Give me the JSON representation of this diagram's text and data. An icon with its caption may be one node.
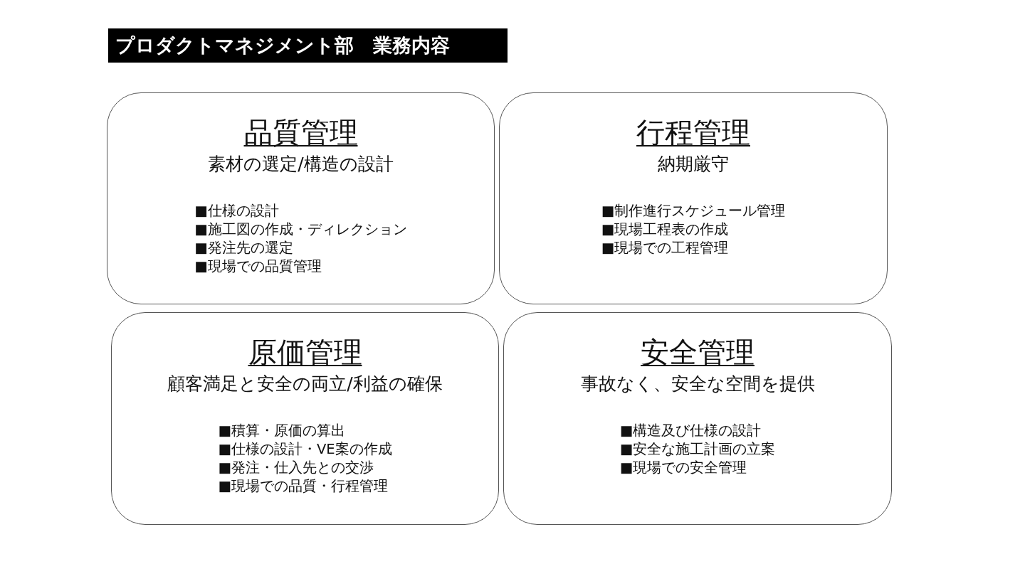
{
  "diagram": {
    "title": "プロダクトマネジメント部　業務内容",
    "nodes": [
      {
        "text": [
          "品質管理",
          "素材の選定/構造の設計",
          "■仕様の設計",
          "■施工図の作成・ディレクション",
          "■発注先の選定",
          "■現場での品質管理"
        ]
      },
      {
        "text": [
          "行程管理",
          "納期厳守",
          "■制作進行スケジュール管理",
          "■現場工程表の作成",
          "■現場での工程管理"
        ]
      },
      {
        "text": [
          "原価管理",
          "顧客満足と安全の両立/利益の確保",
          "■積算・原価の算出",
          "■仕様の設計・VE案の作成",
          "■発注・仕入先との交渉",
          "■現場での品質・行程管理"
        ]
      },
      {
        "text": [
          "安全管理",
          "事故なく、安全な空間を提供",
          "■構造及び仕様の設計",
          "■安全な施工計画の立案",
          "■現場での安全管理"
        ]
      }
    ]
  }
}
